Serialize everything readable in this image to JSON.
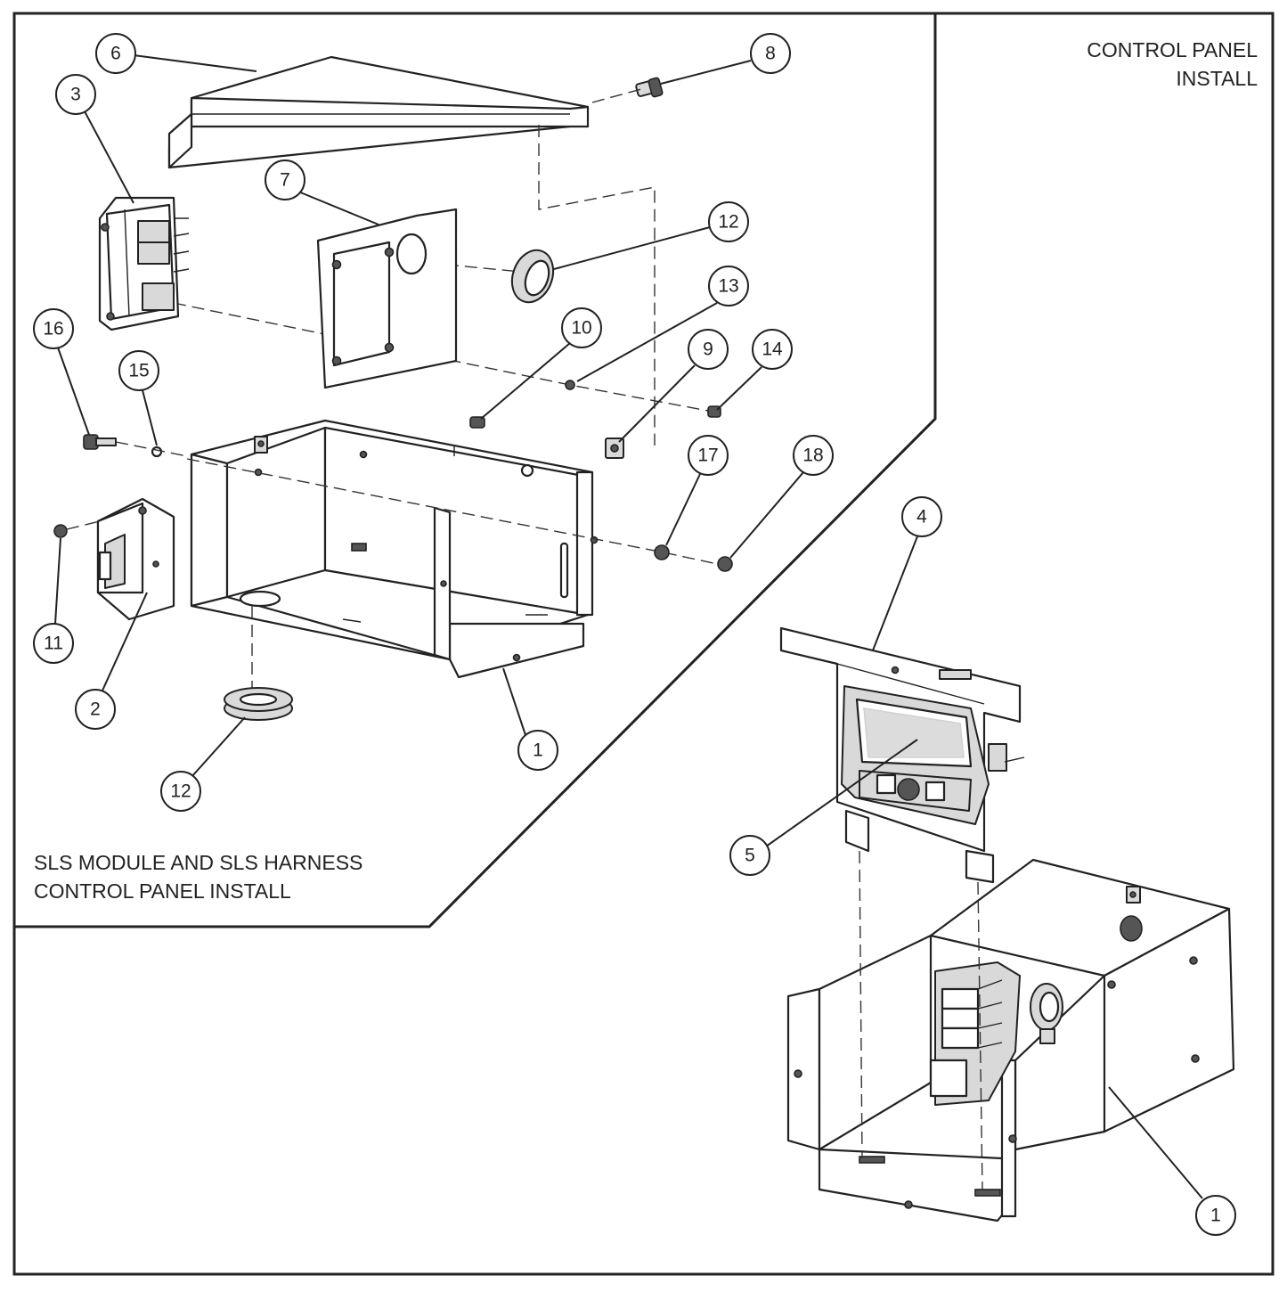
{
  "titles": {
    "main_line1": "CONTROL PANEL",
    "main_line2": "INSTALL",
    "inset_line1": "SLS MODULE AND SLS HARNESS",
    "inset_line2": "CONTROL PANEL INSTALL"
  },
  "callouts": {
    "c6": "6",
    "c8": "8",
    "c3": "3",
    "c7": "7",
    "c12a": "12",
    "c13": "13",
    "c10": "10",
    "c16": "16",
    "c15": "15",
    "c9": "9",
    "c14": "14",
    "c17": "17",
    "c18": "18",
    "c11": "11",
    "c2": "2",
    "c1a": "1",
    "c12b": "12",
    "c4": "4",
    "c5": "5",
    "c1b": "1"
  }
}
